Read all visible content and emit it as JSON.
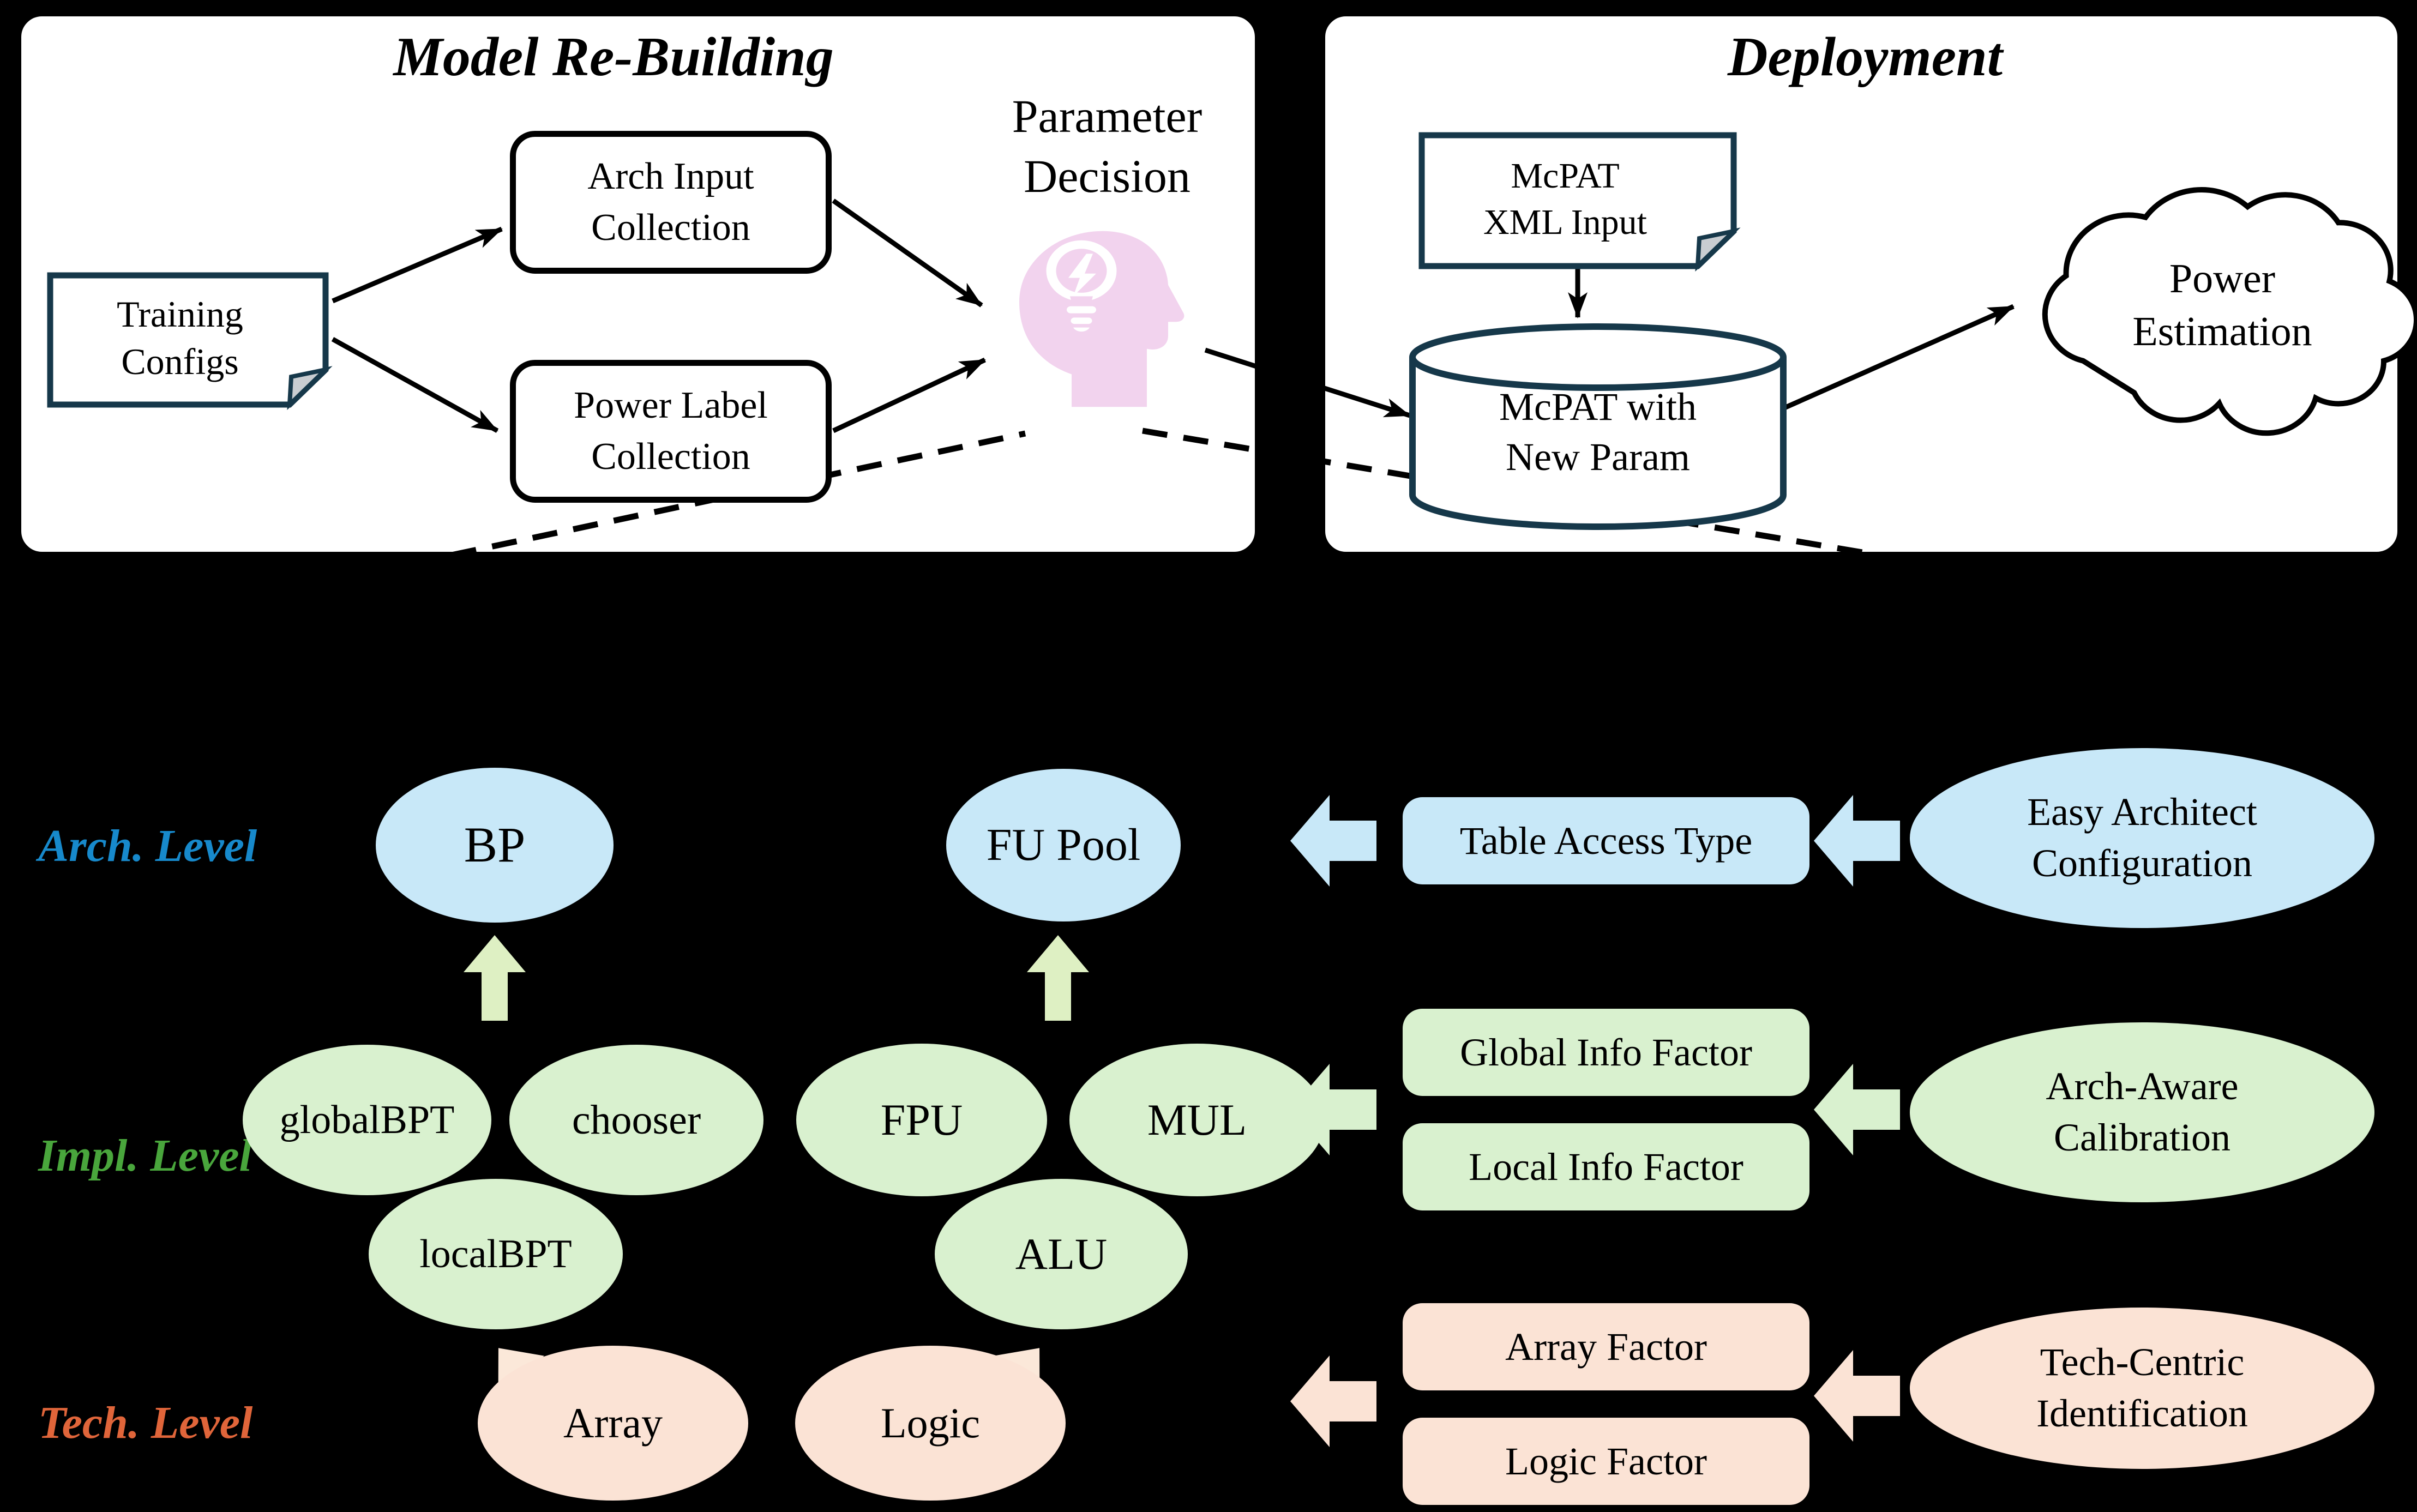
{
  "rebuilding": {
    "title": "Model Re-Building",
    "training_configs": "Training\nConfigs",
    "arch_input": "Arch Input\nCollection",
    "power_label": "Power Label\nCollection",
    "parameter_decision": "Parameter\nDecision"
  },
  "deployment": {
    "title": "Deployment",
    "xml_input": "McPAT\nXML Input",
    "mcpat_db": "McPAT with\nNew Param",
    "power_estimation": "Power\nEstimation"
  },
  "levels": {
    "arch": {
      "label": "Arch. Level",
      "label_color": "#1789cb",
      "fill_color": "#c8e8f8",
      "nodes": {
        "bp": "BP",
        "fu_pool": "FU Pool"
      },
      "factors": [
        "Table Access Type"
      ],
      "source": "Easy Architect\nConfiguration"
    },
    "impl": {
      "label": "Impl. Level",
      "label_color": "#49a63c",
      "fill_color": "#d9f1cf",
      "nodes": {
        "globalbpt": "globalBPT",
        "chooser": "chooser",
        "fpu": "FPU",
        "mul": "MUL",
        "localbpt": "localBPT",
        "alu": "ALU"
      },
      "factors": [
        "Global Info Factor",
        "Local Info Factor"
      ],
      "source": "Arch-Aware\nCalibration"
    },
    "tech": {
      "label": "Tech. Level",
      "label_color": "#e0653a",
      "fill_color": "#fbe3d5",
      "nodes": {
        "array": "Array",
        "logic": "Logic"
      },
      "factors": [
        "Array Factor",
        "Logic Factor"
      ],
      "source": "Tech-Centric\nIdentification"
    }
  },
  "icons": {
    "head": "thinking-head-lightbulb-icon",
    "bolt": "lightning-bolt-icon",
    "doc": "document-folded-corner-icon",
    "db": "database-cylinder-icon",
    "cloud": "cloud-icon"
  }
}
